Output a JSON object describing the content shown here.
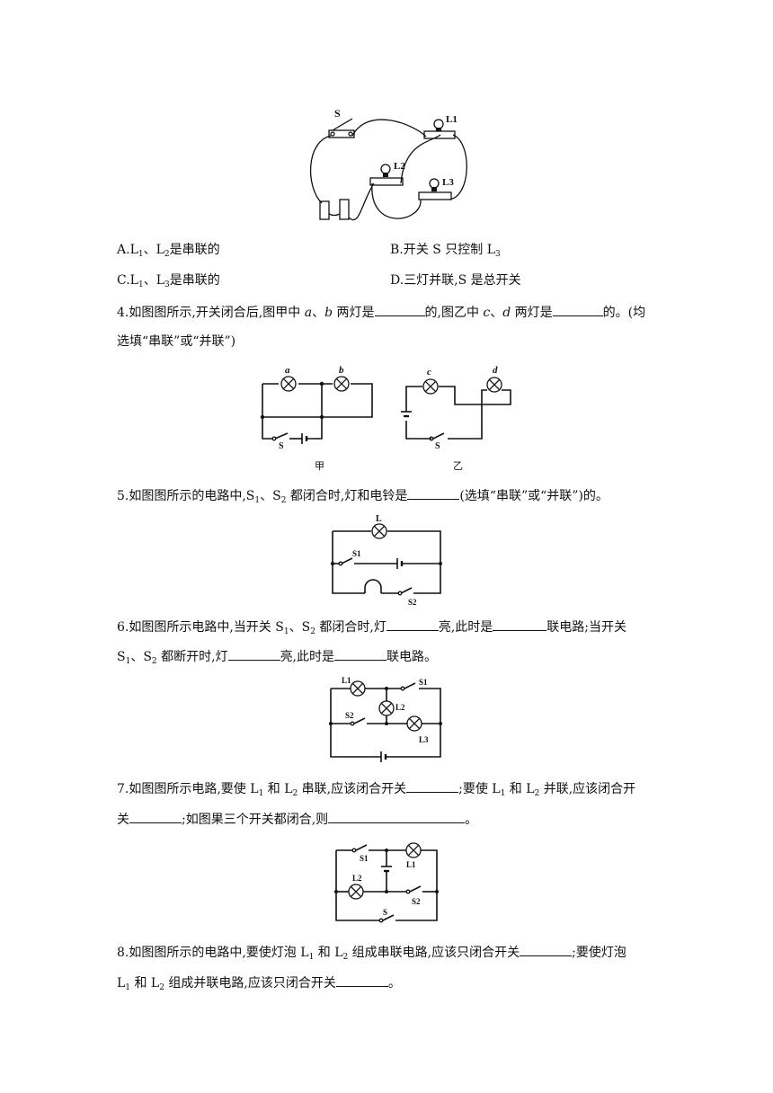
{
  "q3": {
    "options": [
      {
        "letter": "A.",
        "parts": [
          "L",
          "1",
          "、L",
          "2",
          "是串联的"
        ]
      },
      {
        "letter": "B.",
        "parts": [
          "开关 S 只控制 L",
          "3"
        ]
      },
      {
        "letter": "C.",
        "parts": [
          "L",
          "1",
          "、L",
          "3",
          "是串联的"
        ]
      },
      {
        "letter": "D.",
        "parts": [
          "三灯并联,S 是总开关"
        ]
      }
    ],
    "figure_labels": {
      "s": "S",
      "l1": "L1",
      "l2": "L2",
      "l3": "L3"
    }
  },
  "q4": {
    "line1_a": "4.如图图所示,开关闭合后,图甲中 ",
    "var_a": "a",
    "sep1": "、",
    "var_b": "b",
    "line1_b": " 两灯是",
    "line1_c": "的,图乙中 ",
    "var_c": "c",
    "sep2": "、",
    "var_d": "d",
    "line1_d": " 两灯是",
    "line1_e": "的。(均",
    "line2": "选填“串联”或“并联”)",
    "figure_labels": {
      "a": "a",
      "b": "b",
      "c": "c",
      "d": "d",
      "s1": "S",
      "s2": "S",
      "jia": "甲",
      "yi": "乙"
    }
  },
  "q5": {
    "text_a": "5.如图图所示的电路中,S",
    "sub1": "1",
    "text_b": "、S",
    "sub2": "2",
    "text_c": " 都闭合时,灯和电铃是",
    "text_d": "(选填“串联”或“并联”)的。",
    "figure_labels": {
      "l": "L",
      "s1": "S1",
      "s2": "S2"
    }
  },
  "q6": {
    "l1_a": "6.如图图所示电路中,当开关 S",
    "l1_s1": "1",
    "l1_b": "、S",
    "l1_s2": "2",
    "l1_c": " 都闭合时,灯",
    "l1_d": "亮,此时是",
    "l1_e": "联电路;当开关",
    "l2_a": "S",
    "l2_s1": "1",
    "l2_b": "、S",
    "l2_s2": "2",
    "l2_c": " 都断开时,灯",
    "l2_d": "亮,此时是",
    "l2_e": "联电路。",
    "figure_labels": {
      "l1": "L1",
      "l2": "L2",
      "l3": "L3",
      "s1": "S1",
      "s2": "S2"
    }
  },
  "q7": {
    "l1_a": "7.如图图所示电路,要使 L",
    "l1_s1": "1",
    "l1_b": " 和 L",
    "l1_s2": "2",
    "l1_c": " 串联,应该闭合开关",
    "l1_d": ";要使 L",
    "l1_s3": "1",
    "l1_e": " 和 L",
    "l1_s4": "2",
    "l1_f": " 并联,应该闭合开",
    "l2_a": "关",
    "l2_b": ";如图果三个开关都闭合,则",
    "l2_c": "。",
    "figure_labels": {
      "s1": "S1",
      "l1": "L1",
      "l2": "L2",
      "s2": "S2",
      "s": "S"
    }
  },
  "q8": {
    "l1_a": "8.如图图所示的电路中,要使灯泡 L",
    "l1_s1": "1",
    "l1_b": " 和 L",
    "l1_s2": "2",
    "l1_c": " 组成串联电路,应该只闭合开关",
    "l1_d": ";要使灯泡",
    "l2_a": "L",
    "l2_s1": "1",
    "l2_b": " 和 L",
    "l2_s2": "2",
    "l2_c": " 组成并联电路,应该只闭合开关",
    "l2_d": "。"
  }
}
